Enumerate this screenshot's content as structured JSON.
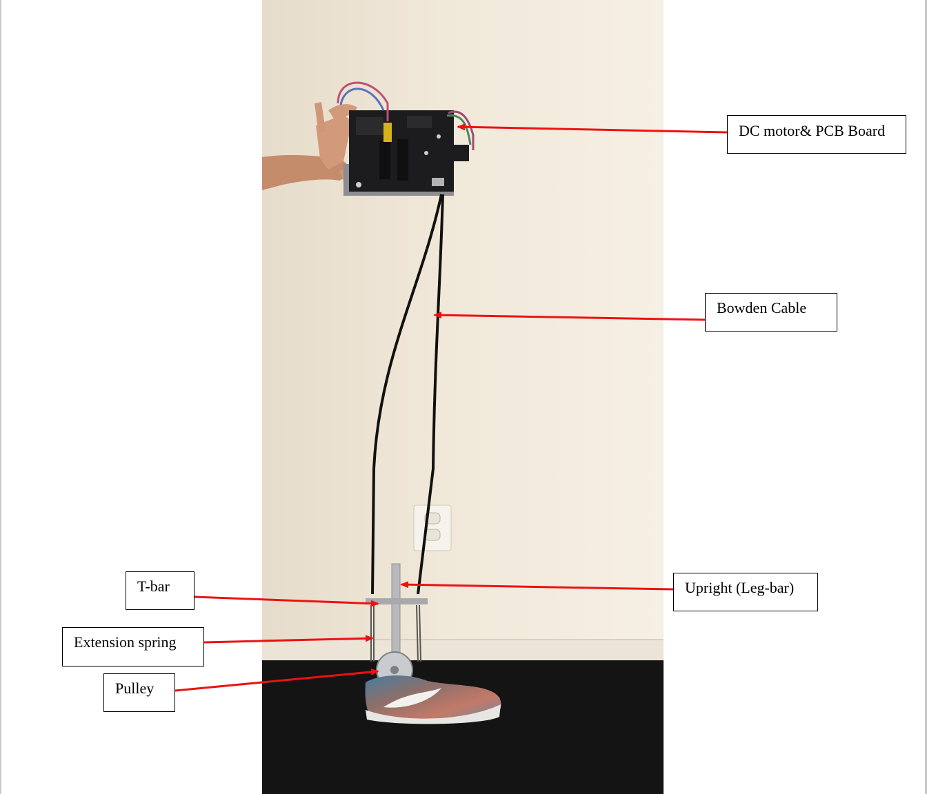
{
  "labels": {
    "dc_motor": "DC motor& PCB Board",
    "bowden_cable": "Bowden Cable",
    "upright": "Upright (Leg-bar)",
    "t_bar": "T-bar",
    "extension_spring": "Extension spring",
    "pulley": "Pulley"
  },
  "colors": {
    "arrow": "#ee1111",
    "wall": "#efe6d4",
    "floor": "#141414",
    "baseboard": "#ece4d6"
  }
}
